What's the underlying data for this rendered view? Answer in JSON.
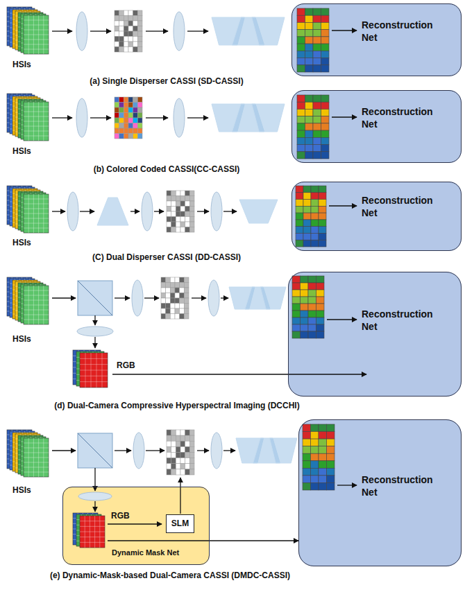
{
  "diagram": {
    "nodes": [
      {
        "text": [
          "Reconstruction Net"
        ]
      },
      {
        "text": [
          "Reconstruction Net"
        ]
      },
      {
        "text": [
          "Reconstruction Net"
        ]
      },
      {
        "text": [
          "Reconstruction Net"
        ]
      },
      {
        "text": [
          "Dynamic Mask Net"
        ]
      },
      {
        "text": [
          "SLM"
        ],
        "in": 4
      },
      {
        "text": [
          "Reconstruction Net"
        ]
      }
    ],
    "edges": [
      {
        "from": 4,
        "to": 6,
        "arrow": "to"
      }
    ],
    "labels": [
      "HSIs",
      "(a) Single Disperser CASSI (SD-CASSI)",
      "HSIs",
      "(b) Colored Coded CASSI(CC-CASSI)",
      "HSIs",
      "(C) Dual Disperser CASSI (DD-CASSI)",
      "HSIs",
      "RGB",
      "(d) Dual-Camera Compressive Hyperspectral Imaging (DCCHI)",
      "HSIs",
      "RGB",
      "(e) Dynamic-Mask-based Dual-Camera CASSI (DMDC-CASSI)"
    ]
  }
}
